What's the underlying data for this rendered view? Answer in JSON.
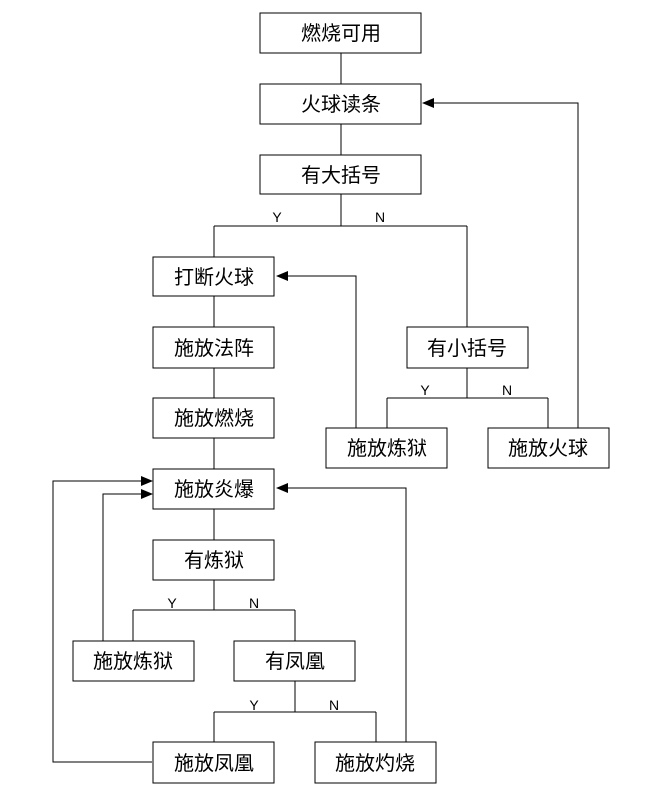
{
  "nodes": {
    "burn_available": "燃烧可用",
    "fireball_cast": "火球读条",
    "has_brace": "有大括号",
    "interrupt_fireball": "打断火球",
    "cast_array": "施放法阵",
    "cast_burn": "施放燃烧",
    "cast_blast": "施放炎爆",
    "cast_purgatory_right": "施放炼狱",
    "has_paren": "有小括号",
    "cast_fireball": "施放火球",
    "has_purgatory": "有炼狱",
    "cast_purgatory_left": "施放炼狱",
    "has_phoenix": "有凤凰",
    "cast_phoenix": "施放凤凰",
    "cast_scorch": "施放灼烧"
  },
  "labels": {
    "yes": "Y",
    "no": "N"
  }
}
